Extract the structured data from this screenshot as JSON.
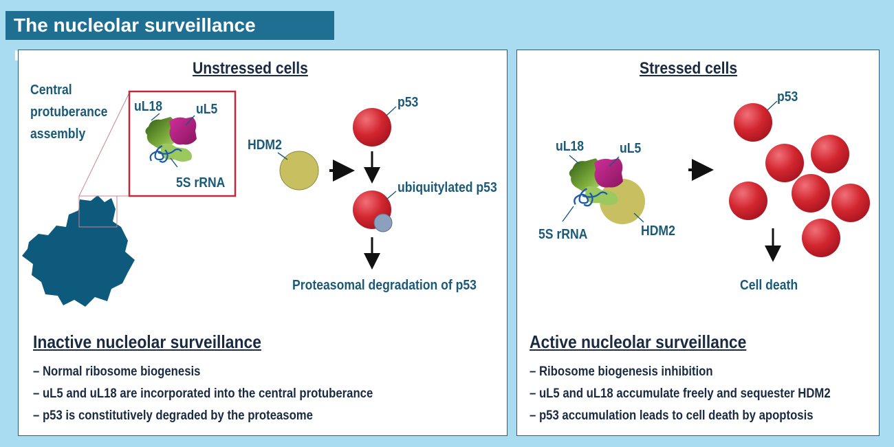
{
  "title": "The nucleolar surveillance response",
  "left": {
    "heading": "Unstressed cells",
    "assembly_label": [
      "Central",
      "protuberance",
      "assembly"
    ],
    "labels": {
      "ul18": "uL18",
      "ul5": "uL5",
      "rrna": "5S rRNA",
      "hdm2": "HDM2",
      "p53": "p53",
      "ubiq": "ubiquitylated p53",
      "degradation": "Proteasomal degradation of p53"
    },
    "section_title": "Inactive nucleolar surveillance",
    "bullets": [
      "– Normal ribosome biogenesis",
      "– uL5 and uL18 are incorporated into the central protuberance",
      "– p53 is constitutively degraded by the proteasome"
    ]
  },
  "right": {
    "heading": "Stressed cells",
    "labels": {
      "ul18": "uL18",
      "ul5": "uL5",
      "rrna": "5S rRNA",
      "hdm2": "HDM2",
      "p53": "p53",
      "death": "Cell death"
    },
    "section_title": "Active nucleolar surveillance",
    "bullets": [
      "– Ribosome biogenesis inhibition",
      "– uL5 and uL18 accumulate freely and sequester HDM2",
      "– p53 accumulation leads to cell death by apoptosis"
    ]
  },
  "colors": {
    "background": "#a9dcf0",
    "title_bar": "#1f6f92",
    "ribosome": "#0d5a7c",
    "p53": "#c81e2a",
    "hdm2": "#c8c060",
    "ubiquitin": "#8aa0bc",
    "ul5": "#b8207a",
    "ul18": "#4a7a20",
    "inset_box": "#c0283a"
  }
}
